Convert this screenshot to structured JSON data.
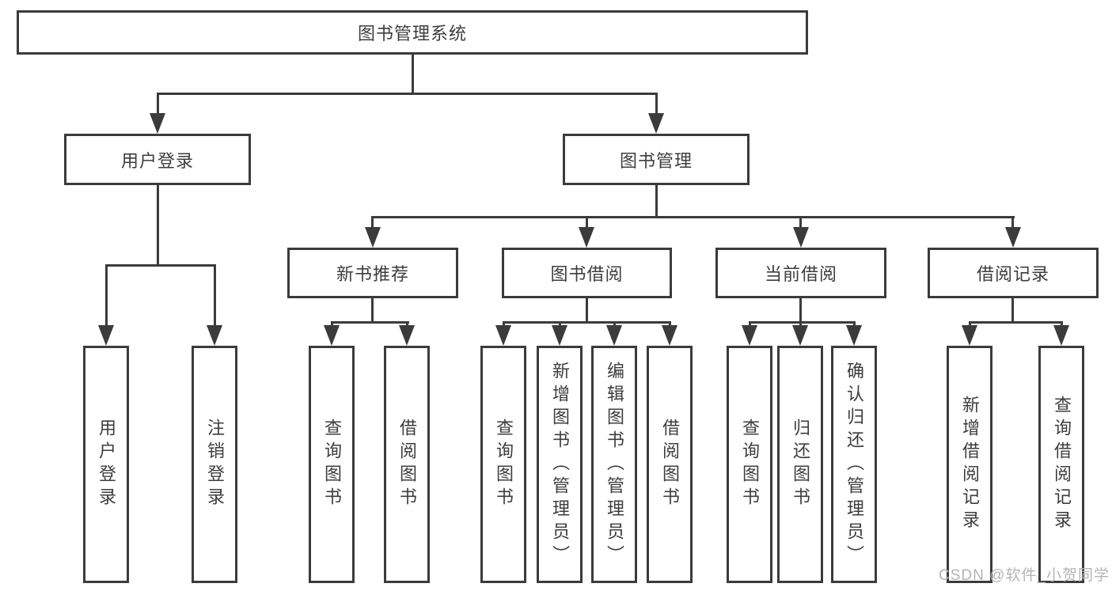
{
  "colors": {
    "line": "#3b3b3b",
    "text": "#3d3d3d",
    "watermark_text": "#b4b4b4",
    "background": "#ffffff"
  },
  "watermark": "CSDN @软件_小贺同学",
  "tree": {
    "root": "图书管理系统",
    "branches": [
      {
        "label": "用户登录",
        "children": [
          {
            "label": "用户登录"
          },
          {
            "label": "注销登录"
          }
        ]
      },
      {
        "label": "图书管理",
        "children": [
          {
            "label": "新书推荐",
            "children": [
              {
                "label": "查询图书"
              },
              {
                "label": "借阅图书"
              }
            ]
          },
          {
            "label": "图书借阅",
            "children": [
              {
                "label": "查询图书"
              },
              {
                "label": "新增图书（管理员）"
              },
              {
                "label": "编辑图书（管理员）"
              },
              {
                "label": "借阅图书"
              }
            ]
          },
          {
            "label": "当前借阅",
            "children": [
              {
                "label": "查询图书"
              },
              {
                "label": "归还图书"
              },
              {
                "label": "确认归还（管理员）"
              }
            ]
          },
          {
            "label": "借阅记录",
            "children": [
              {
                "label": "新增借阅记录"
              },
              {
                "label": "查询借阅记录"
              }
            ]
          }
        ]
      }
    ]
  }
}
